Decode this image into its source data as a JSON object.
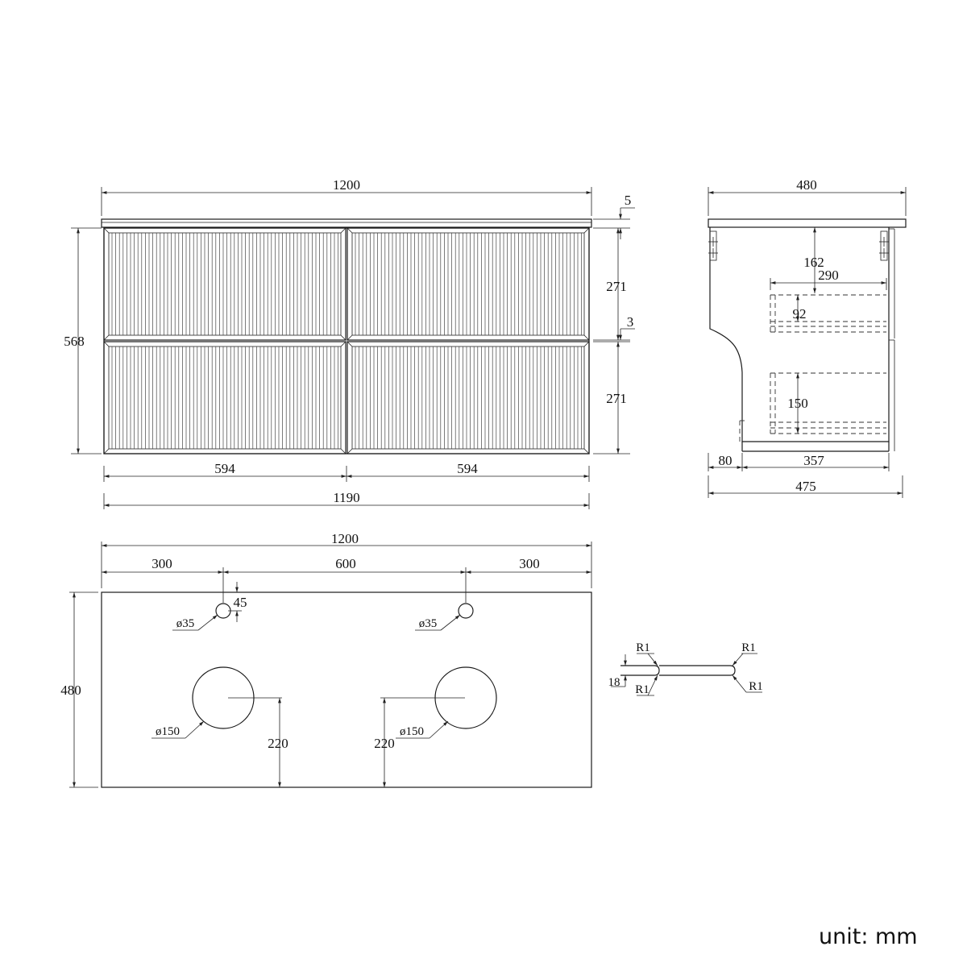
{
  "unit_label": "unit: mm",
  "front_view": {
    "overall_width": "1200",
    "top_thickness": "5",
    "height": "568",
    "drawer_height_top": "271",
    "drawer_gap": "3",
    "drawer_height_bottom": "271",
    "door_width_left": "594",
    "door_width_right": "594",
    "body_width": "1190"
  },
  "side_view": {
    "depth": "480",
    "drawer_depth": "290",
    "top_clearance": "162",
    "upper_drawer_inner": "92",
    "lower_drawer_inner": "150",
    "setback": "80",
    "drawer_run": "357",
    "body_depth": "475"
  },
  "top_view": {
    "overall_width": "1200",
    "edge_left": "300",
    "center_spacing": "600",
    "edge_right": "300",
    "depth": "480",
    "tap_offset": "45",
    "tap_hole_left": "ø35",
    "tap_hole_right": "ø35",
    "basin_left": "ø150",
    "basin_right": "ø150",
    "basin_offset_left": "220",
    "basin_offset_right": "220"
  },
  "edge_profile": {
    "thickness": "18",
    "radius_top_left": "R1",
    "radius_top_right": "R1",
    "radius_bottom_left": "R1",
    "radius_bottom_right": "R1"
  }
}
